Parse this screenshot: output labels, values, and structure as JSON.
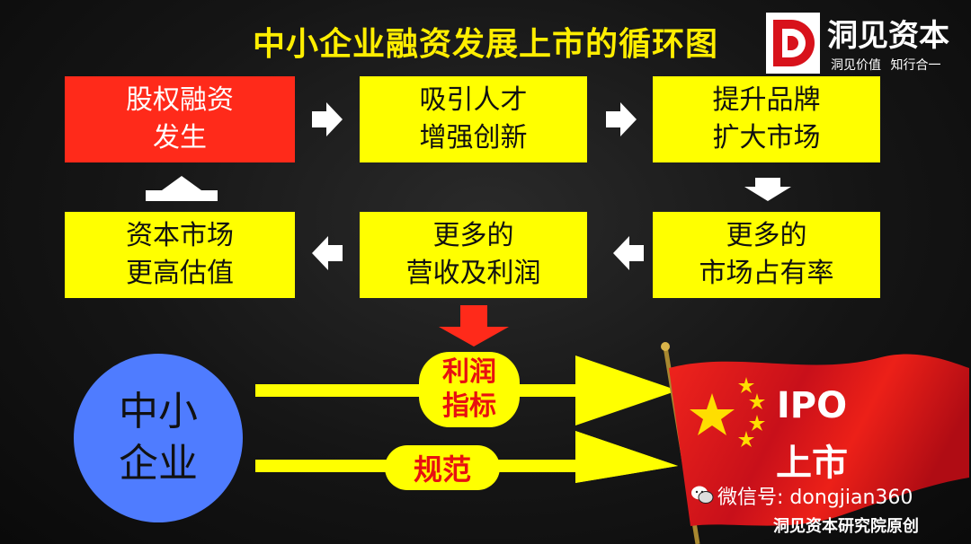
{
  "title": "中小企业融资发展上市的循环图",
  "logo": {
    "name": "洞见资本",
    "slogan": "洞见价值 知行合一"
  },
  "cycle": {
    "equity_financing": "股权融资\n发生",
    "talent_innovation": "吸引人才\n增强创新",
    "brand_expansion": "提升品牌\n扩大市场",
    "market_share": "更多的\n市场占有率",
    "revenue_profit": "更多的\n营收及利润",
    "capital_valuation": "资本市场\n更高估值"
  },
  "company": "中小\n企业",
  "profit_indicator": "利润\n指标",
  "standardization": "规范",
  "ipo": "IPO\n上市",
  "wechat_id": "微信号: dongjian360",
  "credit": "洞见资本研究院原创",
  "colors": {
    "background": "#151515",
    "box_yellow": "#ffff00",
    "box_red": "#ff2a1a",
    "title_yellow": "#ffee00",
    "circle_blue": "#4f7cff",
    "flag_red": "#e0151a",
    "star_yellow": "#ffde00"
  },
  "icons": [
    "logo-d-icon",
    "arrow-right-icon",
    "arrow-left-icon",
    "arrow-up-icon",
    "arrow-down-icon",
    "china-flag-icon",
    "wechat-icon"
  ]
}
